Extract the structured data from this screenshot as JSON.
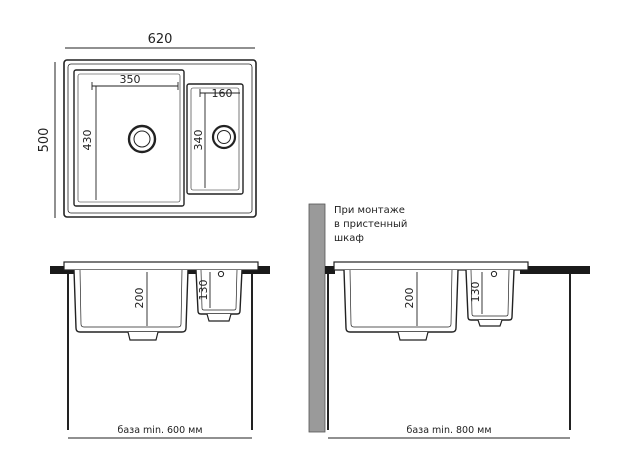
{
  "top_view": {
    "width_label": "620",
    "height_label": "500",
    "big_bowl_width": "350",
    "big_bowl_depth": "430",
    "small_bowl_width": "160",
    "small_bowl_depth": "340"
  },
  "front_left": {
    "big_bowl_depth": "200",
    "small_bowl_depth": "130",
    "base_label": "база min. 600 мм"
  },
  "front_right": {
    "note_lines": [
      "При монтаже",
      "в пристенный",
      "шкаф"
    ],
    "big_bowl_depth": "200",
    "small_bowl_depth": "130",
    "base_label": "база min. 800 мм"
  },
  "colors": {
    "stroke": "#222222",
    "wall": "#9a9a9a",
    "countertop": "#1a1a1a"
  }
}
